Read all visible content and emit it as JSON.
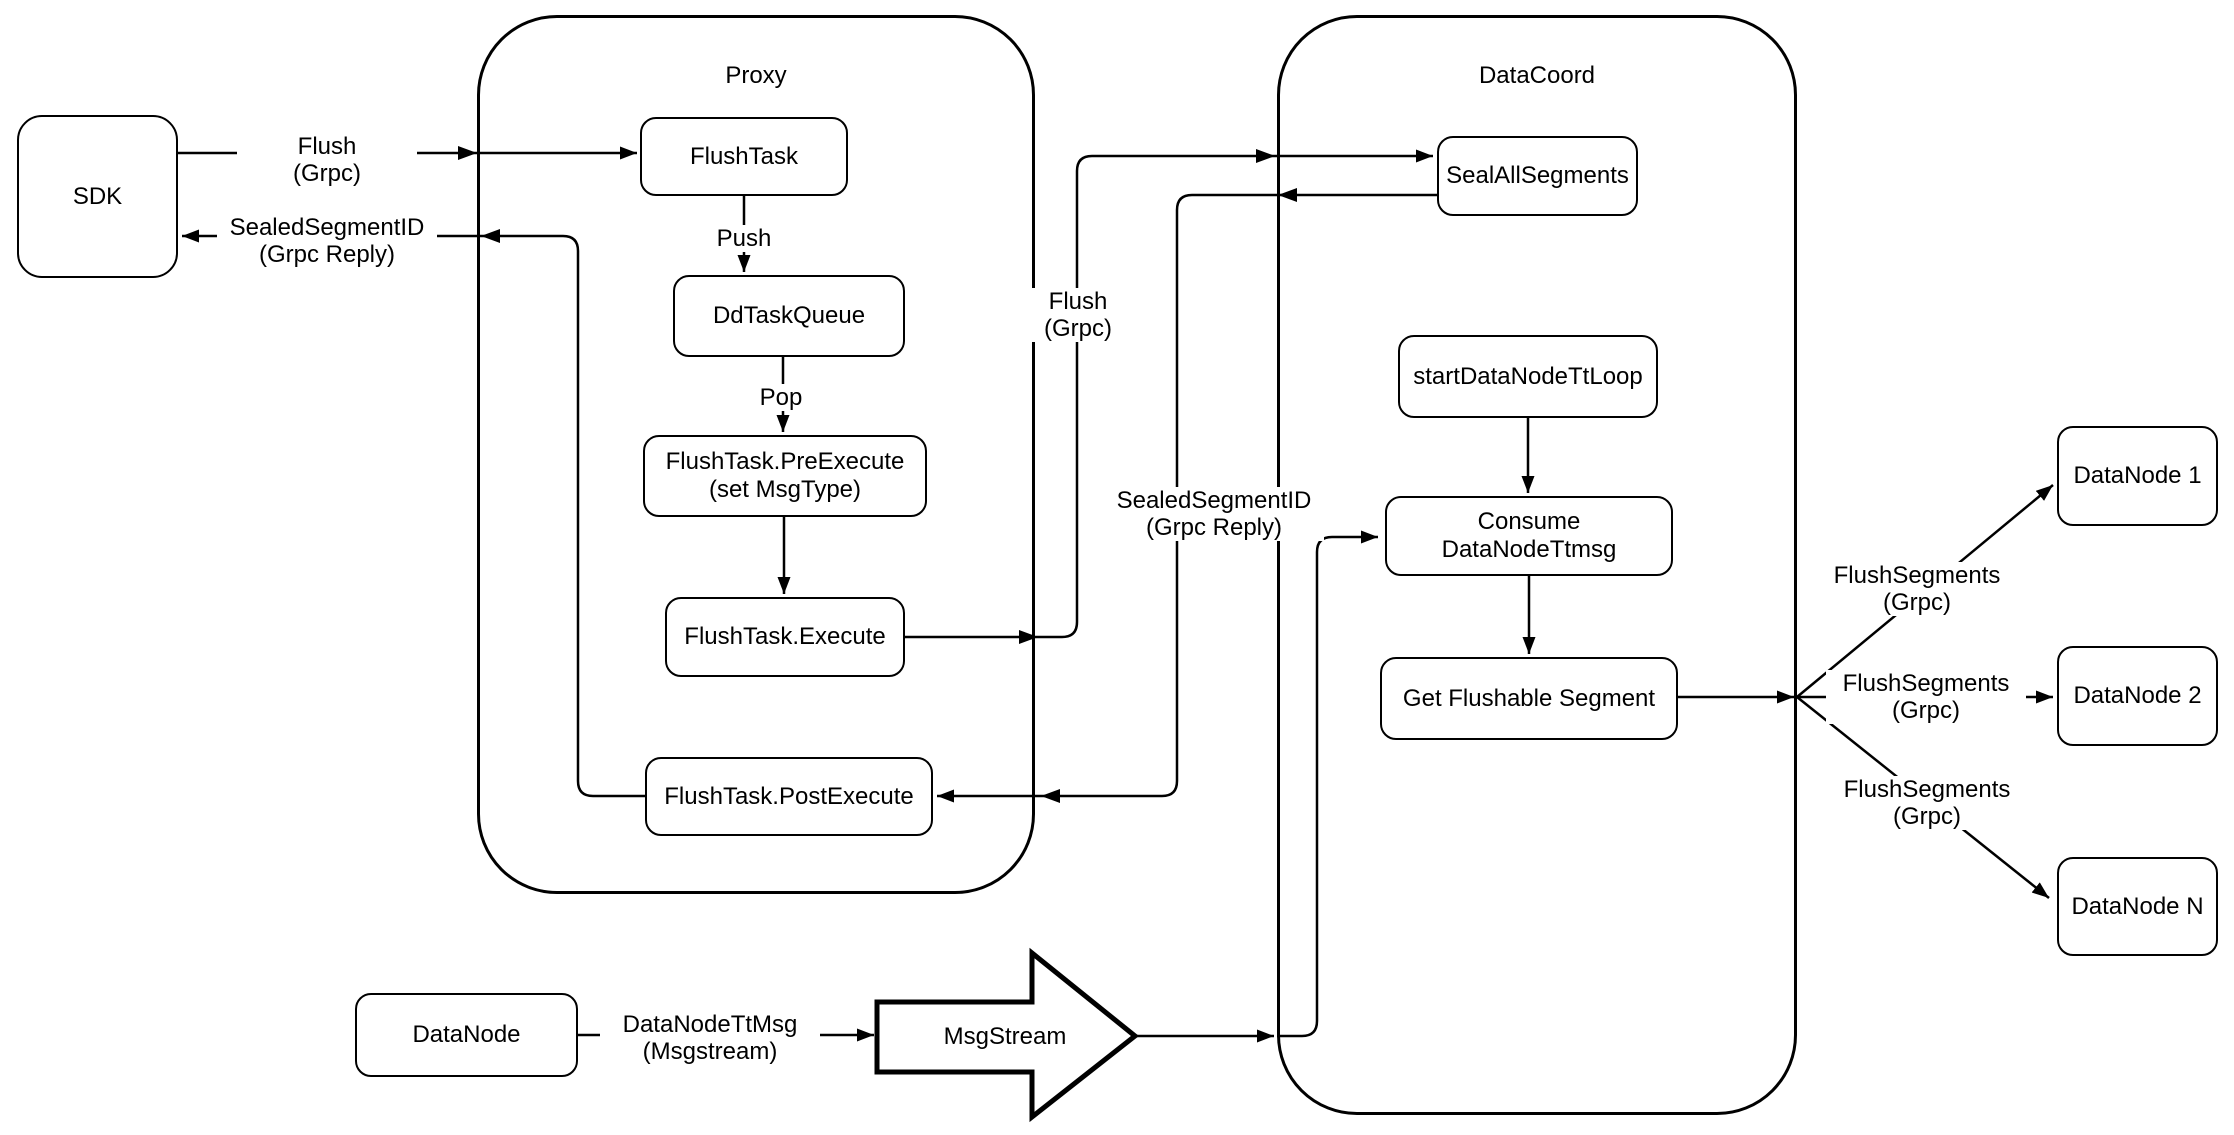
{
  "containers": {
    "proxy": {
      "label": "Proxy"
    },
    "datacoord": {
      "label": "DataCoord"
    }
  },
  "nodes": {
    "sdk": {
      "label": "SDK"
    },
    "flush_task": {
      "label": "FlushTask"
    },
    "dd_task_queue": {
      "label": "DdTaskQueue"
    },
    "pre_execute": {
      "line1": "FlushTask.PreExecute",
      "line2": "(set MsgType)"
    },
    "execute": {
      "label": "FlushTask.Execute"
    },
    "post_execute": {
      "label": "FlushTask.PostExecute"
    },
    "seal_all_segments": {
      "label": "SealAllSegments"
    },
    "start_datanode_tt_loop": {
      "label": "startDataNodeTtLoop"
    },
    "consume_datanode_ttmsg": {
      "label": "Consume DataNodeTtmsg"
    },
    "get_flushable_segment": {
      "label": "Get Flushable Segment"
    },
    "datanode_1": {
      "label": "DataNode 1"
    },
    "datanode_2": {
      "label": "DataNode 2"
    },
    "datanode_n": {
      "label": "DataNode N"
    },
    "datanode_source": {
      "label": "DataNode"
    },
    "msgstream": {
      "label": "MsgStream"
    }
  },
  "edge_labels": {
    "flush_sdk": {
      "line1": "Flush",
      "line2": "(Grpc)"
    },
    "sealed_sdk": {
      "line1": "SealedSegmentID",
      "line2": "(Grpc Reply)"
    },
    "push": {
      "label": "Push"
    },
    "pop": {
      "label": "Pop"
    },
    "flush_mid": {
      "line1": "Flush",
      "line2": "(Grpc)"
    },
    "sealed_mid": {
      "line1": "SealedSegmentID",
      "line2": "(Grpc Reply)"
    },
    "datanode_ttmsg": {
      "line1": "DataNodeTtMsg",
      "line2": "(Msgstream)"
    },
    "flush_segments_1": {
      "line1": "FlushSegments",
      "line2": "(Grpc)"
    },
    "flush_segments_2": {
      "line1": "FlushSegments",
      "line2": "(Grpc)"
    },
    "flush_segments_3": {
      "line1": "FlushSegments",
      "line2": "(Grpc)"
    }
  },
  "colors": {
    "stroke": "#000000",
    "fill": "#ffffff",
    "background": "#ffffff"
  }
}
